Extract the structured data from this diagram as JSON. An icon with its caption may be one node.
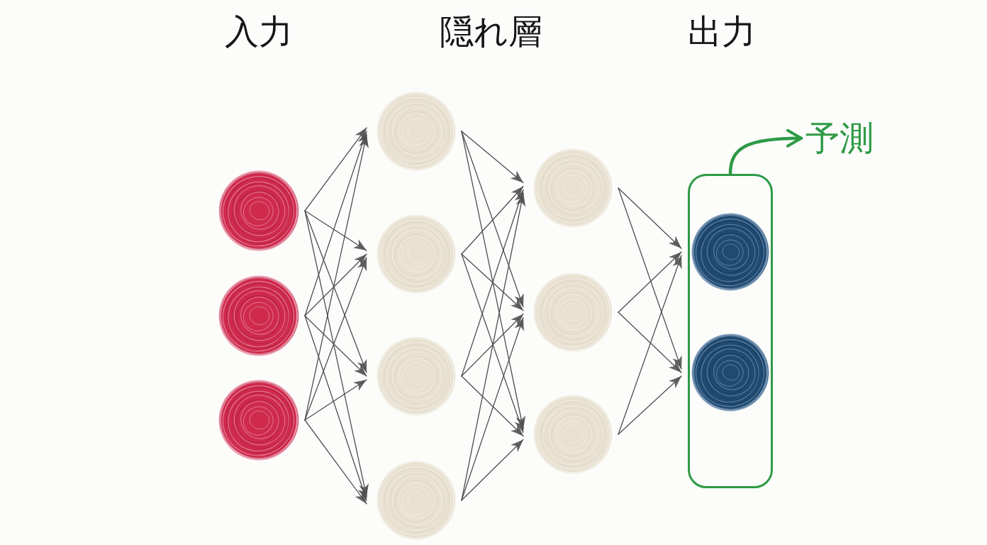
{
  "diagram": {
    "nodes": [
      {
        "text": [],
        "shape": "circle"
      },
      {
        "text": [],
        "shape": "circle"
      },
      {
        "text": [],
        "shape": "circle"
      },
      {
        "text": [],
        "shape": "circle"
      },
      {
        "text": [],
        "shape": "circle"
      },
      {
        "text": [],
        "shape": "circle"
      },
      {
        "text": [],
        "shape": "circle"
      },
      {
        "text": [],
        "shape": "circle"
      },
      {
        "text": [],
        "shape": "circle"
      },
      {
        "text": [],
        "shape": "circle"
      },
      {
        "text": [],
        "shape": "box"
      },
      {
        "text": [],
        "shape": "circle",
        "in": 10
      },
      {
        "text": [],
        "shape": "circle",
        "in": 10
      },
      {
        "text": [
          "予測"
        ]
      }
    ],
    "edges": [
      {
        "from": 0,
        "to": 3,
        "arrow": "to"
      },
      {
        "from": 0,
        "to": 4,
        "arrow": "to"
      },
      {
        "from": 0,
        "to": 5,
        "arrow": "to"
      },
      {
        "from": 0,
        "to": 6,
        "arrow": "to"
      },
      {
        "from": 1,
        "to": 3,
        "arrow": "to"
      },
      {
        "from": 1,
        "to": 4,
        "arrow": "to"
      },
      {
        "from": 1,
        "to": 5,
        "arrow": "to"
      },
      {
        "from": 1,
        "to": 6,
        "arrow": "to"
      },
      {
        "from": 2,
        "to": 3,
        "arrow": "to"
      },
      {
        "from": 2,
        "to": 4,
        "arrow": "to"
      },
      {
        "from": 2,
        "to": 5,
        "arrow": "to"
      },
      {
        "from": 2,
        "to": 6,
        "arrow": "to"
      },
      {
        "from": 3,
        "to": 7,
        "arrow": "to"
      },
      {
        "from": 3,
        "to": 8,
        "arrow": "to"
      },
      {
        "from": 3,
        "to": 9,
        "arrow": "to"
      },
      {
        "from": 4,
        "to": 7,
        "arrow": "to"
      },
      {
        "from": 4,
        "to": 8,
        "arrow": "to"
      },
      {
        "from": 4,
        "to": 9,
        "arrow": "to"
      },
      {
        "from": 5,
        "to": 7,
        "arrow": "to"
      },
      {
        "from": 5,
        "to": 8,
        "arrow": "to"
      },
      {
        "from": 5,
        "to": 9,
        "arrow": "to"
      },
      {
        "from": 6,
        "to": 7,
        "arrow": "to"
      },
      {
        "from": 6,
        "to": 8,
        "arrow": "to"
      },
      {
        "from": 6,
        "to": 9,
        "arrow": "to"
      },
      {
        "from": 7,
        "to": 11,
        "arrow": "to"
      },
      {
        "from": 7,
        "to": 12,
        "arrow": "to"
      },
      {
        "from": 8,
        "to": 11,
        "arrow": "to"
      },
      {
        "from": 8,
        "to": 12,
        "arrow": "to"
      },
      {
        "from": 9,
        "to": 11,
        "arrow": "to"
      },
      {
        "from": 9,
        "to": 12,
        "arrow": "to"
      },
      {
        "from": 10,
        "to": 13,
        "arrow": "to",
        "style": "thick",
        "color": "#2f9a46"
      }
    ],
    "labels": [
      "入力",
      "隠れ層",
      "出力"
    ]
  }
}
